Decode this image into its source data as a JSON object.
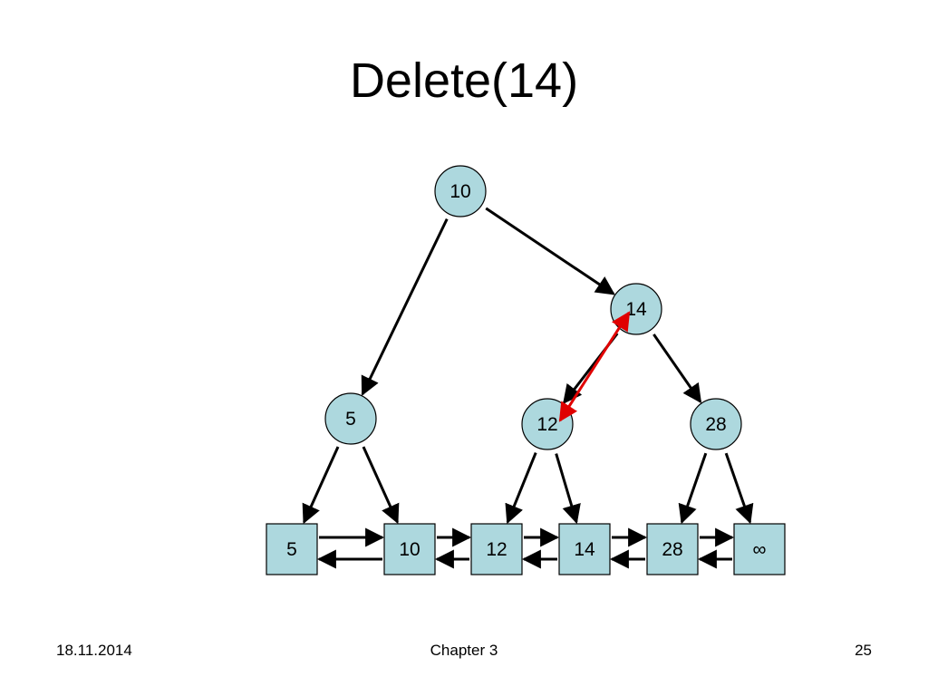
{
  "title": "Delete(14)",
  "colors": {
    "node_fill": "#add8de",
    "stroke": "#000000",
    "highlight": "#e00000"
  },
  "tree": {
    "internal_nodes": [
      {
        "id": "n10",
        "label": "10"
      },
      {
        "id": "n14",
        "label": "14"
      },
      {
        "id": "n5",
        "label": "5"
      },
      {
        "id": "n12",
        "label": "12"
      },
      {
        "id": "n28",
        "label": "28"
      }
    ],
    "leaves": [
      {
        "id": "l5",
        "label": "5"
      },
      {
        "id": "l10",
        "label": "10"
      },
      {
        "id": "l12",
        "label": "12"
      },
      {
        "id": "l14",
        "label": "14"
      },
      {
        "id": "l28",
        "label": "28"
      },
      {
        "id": "linf",
        "label": "∞"
      }
    ],
    "tree_edges": [
      {
        "from": "n10",
        "to": "n5"
      },
      {
        "from": "n10",
        "to": "n14"
      },
      {
        "from": "n14",
        "to": "n12"
      },
      {
        "from": "n14",
        "to": "n28"
      },
      {
        "from": "n5",
        "to": "l5"
      },
      {
        "from": "n5",
        "to": "l10"
      },
      {
        "from": "n12",
        "to": "l12"
      },
      {
        "from": "n12",
        "to": "l14"
      },
      {
        "from": "n28",
        "to": "l28"
      },
      {
        "from": "n28",
        "to": "linf"
      }
    ],
    "highlight_edge": {
      "from": "n12",
      "to": "n14",
      "bidirectional": true
    }
  },
  "footer": {
    "date": "18.11.2014",
    "chapter": "Chapter 3",
    "page": "25"
  }
}
